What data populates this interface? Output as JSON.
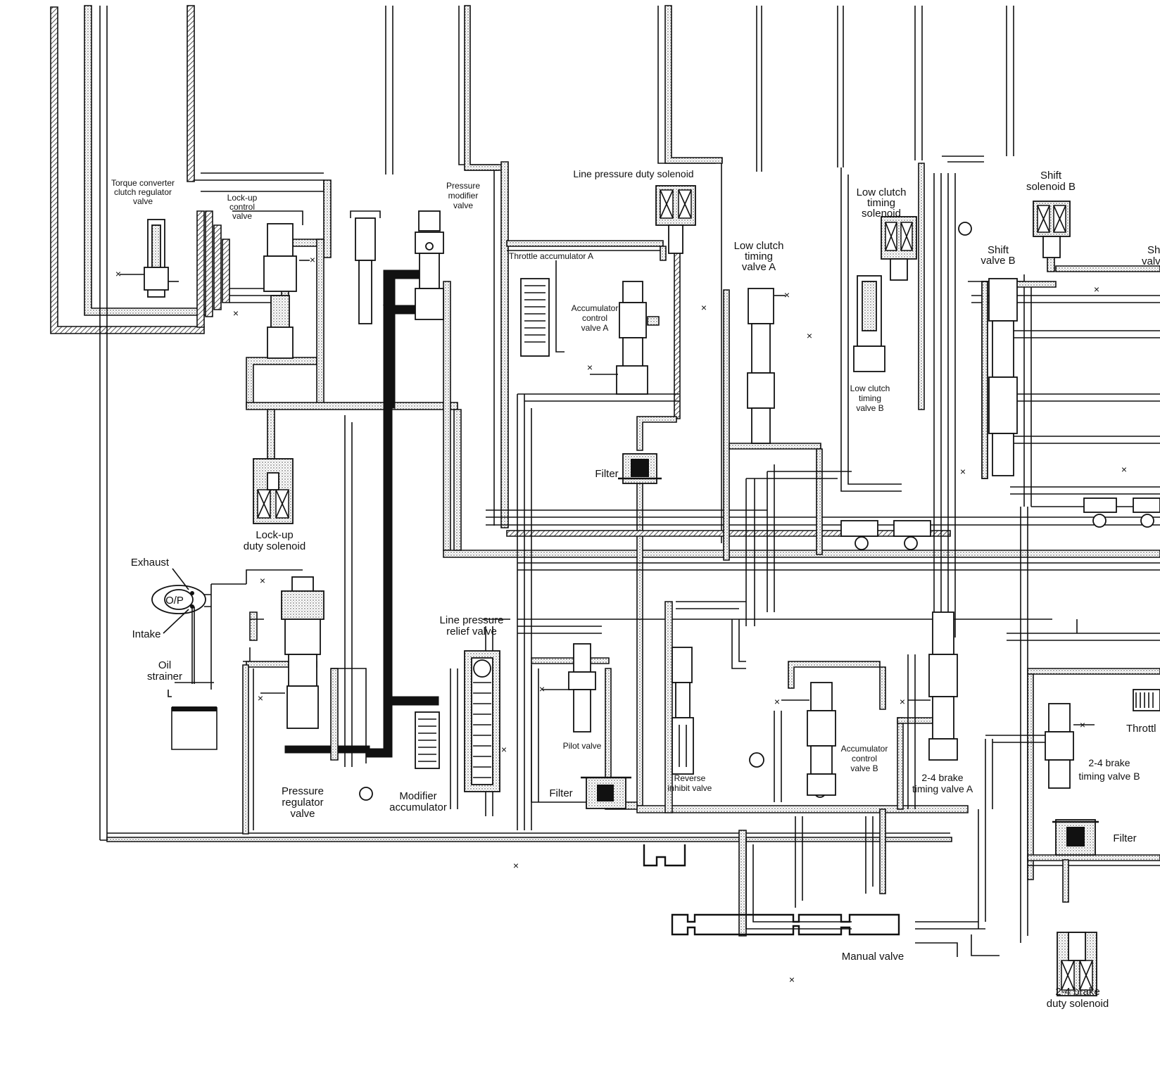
{
  "labels": {
    "torque_converter_regulator": [
      "Torque converter",
      "clutch regulator",
      "valve"
    ],
    "lockup_control": [
      "Lock-up",
      "control",
      "valve"
    ],
    "pressure_modifier": [
      "Pressure",
      "modifier",
      "valve"
    ],
    "line_pressure_duty_solenoid": "Line pressure duty solenoid",
    "throttle_accumulator_a": "Throttle accumulator A",
    "accumulator_control_a": [
      "Accumulator",
      "control",
      "valve A"
    ],
    "low_clutch_timing_valve_a": [
      "Low clutch",
      "timing",
      "valve A"
    ],
    "low_clutch_timing_solenoid": [
      "Low clutch",
      "timing",
      "solenoid"
    ],
    "low_clutch_timing_valve_b": [
      "Low clutch",
      "timing",
      "valve B"
    ],
    "shift_solenoid_b": [
      "Shift",
      "solenoid B"
    ],
    "shift_valve_b": [
      "Shift",
      "valve B"
    ],
    "shift_valve_cut": [
      "Sh",
      "valv"
    ],
    "filter_upper": "Filter",
    "lockup_duty_solenoid": [
      "Lock-up",
      "duty solenoid"
    ],
    "exhaust": "Exhaust",
    "oil_pump": "O/P",
    "intake": "Intake",
    "oil_strainer": [
      "Oil",
      "strainer"
    ],
    "line_pressure_relief": [
      "Line pressure",
      "relief valve"
    ],
    "pilot_valve": "Pilot valve",
    "filter_mid": "Filter",
    "pressure_regulator": [
      "Pressure",
      "regulator",
      "valve"
    ],
    "modifier_accumulator": [
      "Modifier",
      "accumulator"
    ],
    "reverse_inhibit": [
      "Reverse",
      "inhibit valve"
    ],
    "accumulator_control_b": [
      "Accumulator",
      "control",
      "valve B"
    ],
    "brake_24_timing_a": [
      "2-4 brake",
      "timing valve A"
    ],
    "brake_24_timing_b": [
      "2-4 brake",
      "timing valve B"
    ],
    "throttle_cut": "Throttl",
    "filter_right": "Filter",
    "manual_valve": "Manual valve",
    "brake_24_duty_solenoid": [
      "2-4 brake",
      "duty solenoid"
    ]
  },
  "exhaust_mark": "×",
  "colors": {
    "ink": "#111111",
    "paper": "#ffffff"
  }
}
